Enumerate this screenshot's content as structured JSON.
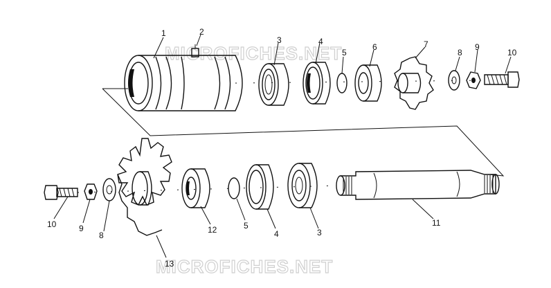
{
  "watermark_text": "MICROFICHES.NET",
  "callouts": {
    "top": [
      "1",
      "2",
      "3",
      "4",
      "5",
      "6",
      "7",
      "8",
      "9",
      "10"
    ],
    "bottom": [
      "10",
      "9",
      "8",
      "13",
      "12",
      "5",
      "4",
      "3",
      "11"
    ]
  },
  "colors": {
    "ink": "#111111",
    "background": "#ffffff",
    "watermark_outline": "#cfcfcf"
  }
}
